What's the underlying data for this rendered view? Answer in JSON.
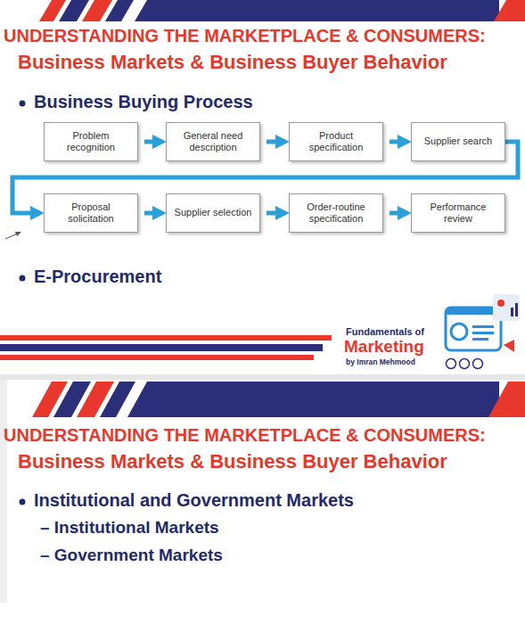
{
  "diagram": {
    "nodes": [
      {
        "text": [
          "Problem recognition"
        ]
      },
      {
        "text": [
          "General need description"
        ]
      },
      {
        "text": [
          "Product specification"
        ]
      },
      {
        "text": [
          "Supplier search"
        ]
      },
      {
        "text": [
          "Proposal solicitation"
        ]
      },
      {
        "text": [
          "Supplier selection"
        ]
      },
      {
        "text": [
          "Order-routine specification"
        ]
      },
      {
        "text": [
          "Performance review"
        ]
      }
    ],
    "edges": [
      {
        "from": 0,
        "to": 1,
        "arrow": "to"
      },
      {
        "from": 1,
        "to": 2,
        "arrow": "to"
      },
      {
        "from": 2,
        "to": 3,
        "arrow": "to"
      },
      {
        "from": 3,
        "to": 4,
        "arrow": "to"
      },
      {
        "from": 4,
        "to": 5,
        "arrow": "to"
      },
      {
        "from": 5,
        "to": 6,
        "arrow": "to"
      },
      {
        "from": 6,
        "to": 7,
        "arrow": "to"
      }
    ],
    "labels": [
      "UNDERSTANDING THE MARKETPLACE & CONSUMERS:",
      "Business Markets & Business Buyer Behavior",
      "Business Buying Process",
      "E-Procurement",
      "Fundamentals of",
      "Marketing",
      "by Imran Mehmood",
      "UNDERSTANDING THE MARKETPLACE & CONSUMERS:",
      "Business Markets & Business Buyer Behavior",
      "Institutional and Government Markets",
      "– Institutional Markets",
      "– Government Markets"
    ]
  }
}
